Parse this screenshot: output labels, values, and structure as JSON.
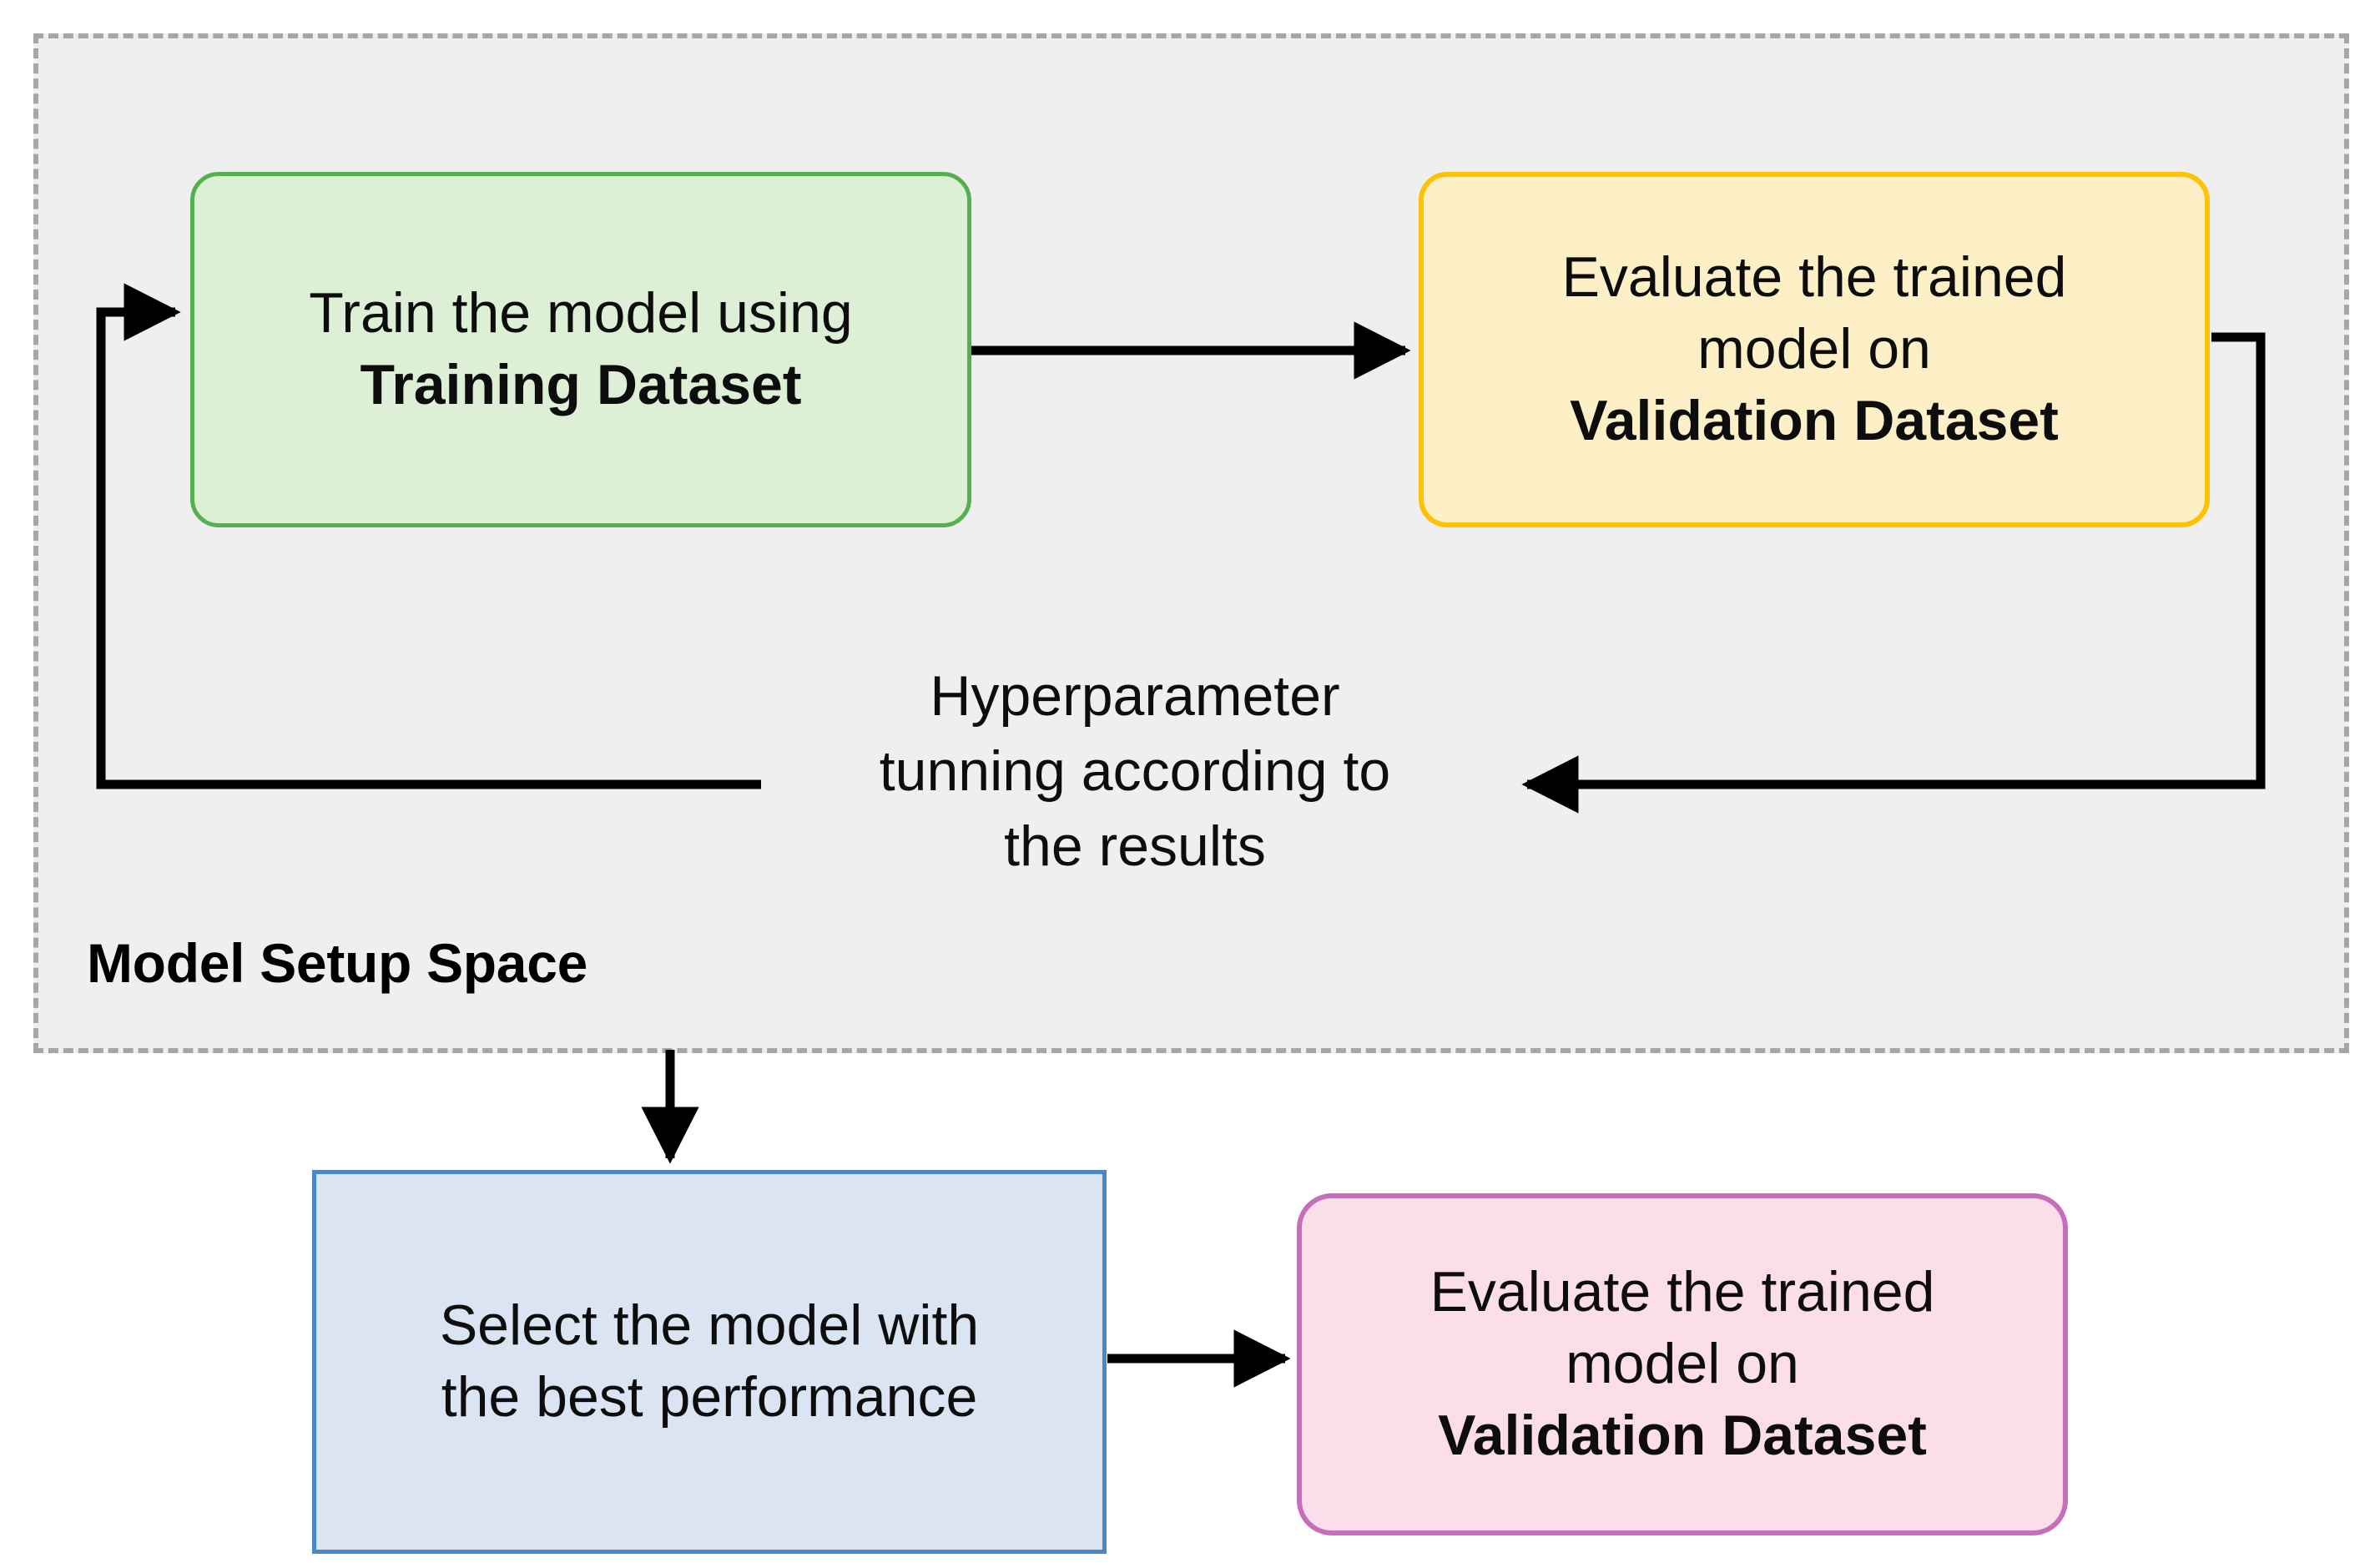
{
  "diagram": {
    "title_region": {
      "label": "Model Setup Space"
    },
    "nodes": [
      {
        "id": "train",
        "line1": "Train the model using",
        "line2_bold": "Training Dataset",
        "fill": "#ddf0d5",
        "border": "#55b04f",
        "shape": "rounded-rect"
      },
      {
        "id": "evaluate-validation",
        "line1": "Evaluate the trained",
        "line2": "model on",
        "line3_bold": "Validation Dataset",
        "fill": "#fdf0c7",
        "border": "#fcc203",
        "shape": "rounded-rect"
      },
      {
        "id": "select-best",
        "line1": "Select the model with",
        "line2": "the best performance",
        "fill": "#dae4f2",
        "border": "#4a86c8",
        "shape": "rect"
      },
      {
        "id": "final-evaluate",
        "line1": "Evaluate the trained",
        "line2": "model on",
        "line3_bold": "Validation Dataset",
        "fill": "#fbdeea",
        "border": "#c56fba",
        "shape": "rounded-rect"
      }
    ],
    "edge_labels": {
      "tuning_line1": "Hyperparameter",
      "tuning_line2": "tunning according to",
      "tuning_line3": "the results"
    },
    "region": {
      "fill": "#efefef",
      "border_color": "#a8a6a5",
      "border_style": "dashed"
    },
    "connector_color": "#000000"
  }
}
